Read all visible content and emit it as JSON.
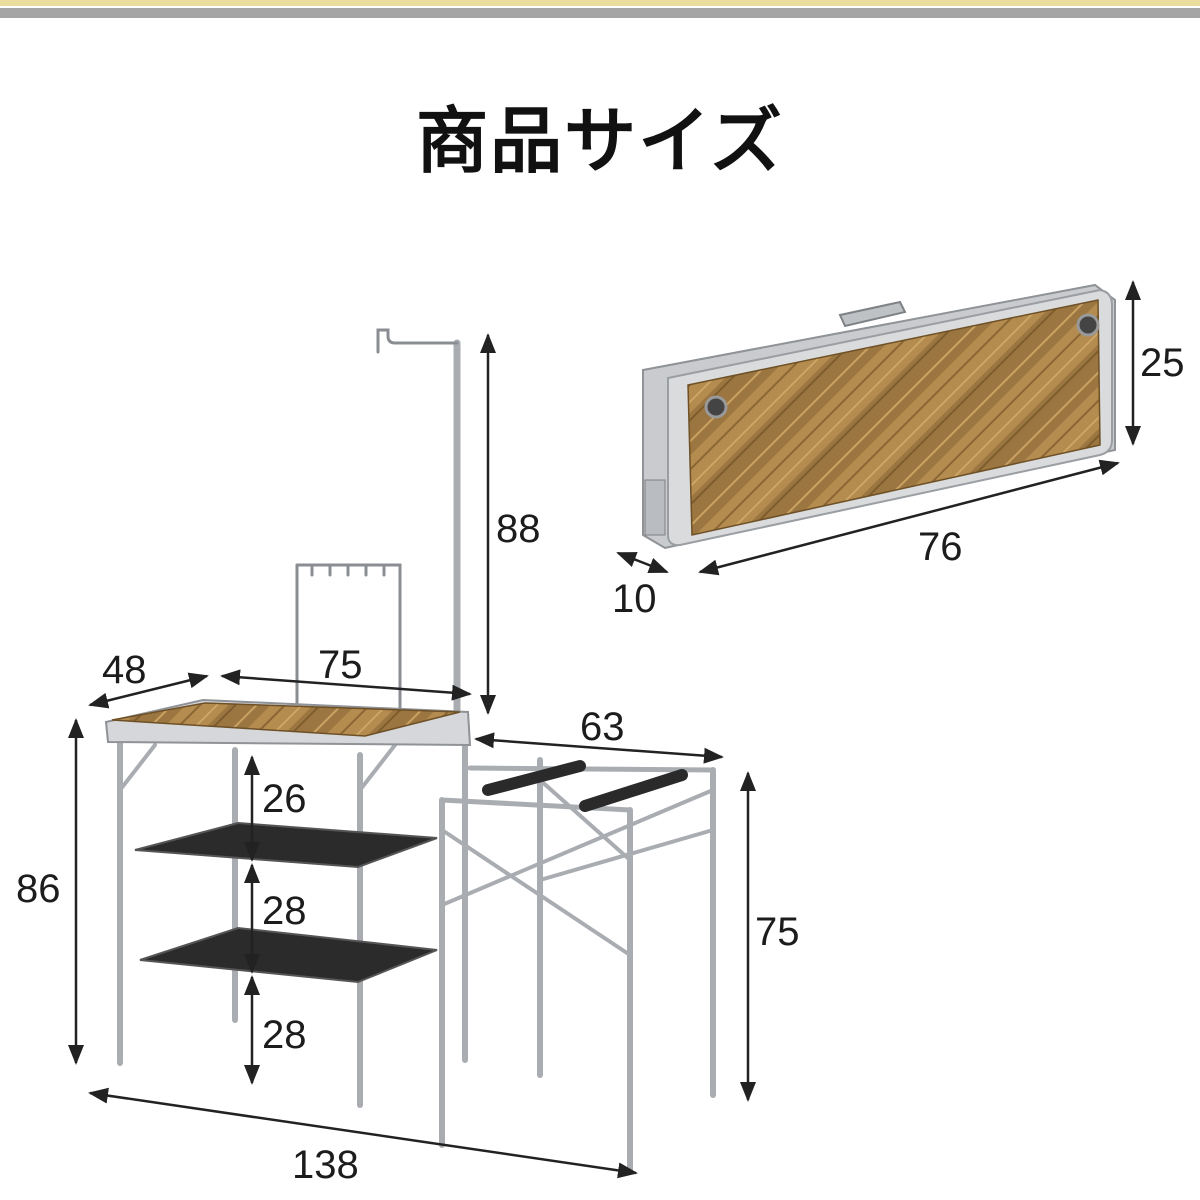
{
  "title": "商品サイズ",
  "colors": {
    "accent_band": "#e9dc9c",
    "rule": "#a5a5a5",
    "frame": "#c4c7cb",
    "wood": "#b08a4e",
    "mesh": "#2b2b2b"
  },
  "dimensions": {
    "pole_height": "88",
    "table_depth": "48",
    "table_width": "75",
    "side_rack_width": "63",
    "total_height": "86",
    "shelf_gap_top": "26",
    "shelf_gap_mid": "28",
    "shelf_gap_bottom": "28",
    "rack_height": "75",
    "total_width": "138",
    "case_height": "25",
    "case_width": "76",
    "case_depth": "10"
  }
}
